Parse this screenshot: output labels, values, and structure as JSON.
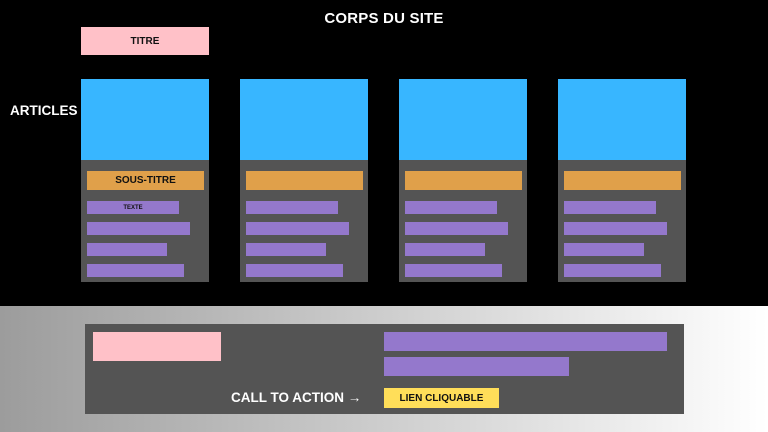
{
  "header": {
    "title": "CORPS DU SITE",
    "titre_box": "TITRE"
  },
  "articles": {
    "label": "ARTICLES →",
    "cards": [
      {
        "subtitle": "SOUS-TITRE",
        "text": "TEXTE"
      },
      {
        "subtitle": "",
        "text": ""
      },
      {
        "subtitle": "",
        "text": ""
      },
      {
        "subtitle": "",
        "text": ""
      }
    ]
  },
  "cta": {
    "label": "CALL TO ACTION →",
    "link": "LIEN CLIQUABLE"
  },
  "colors": {
    "background": "#000000",
    "image_block": "#38b6ff",
    "card_body": "#545454",
    "subtitle_bar": "#e0a04a",
    "text_bar": "#9478cc",
    "title_box": "#ffc1c8",
    "link_button": "#ffde59"
  }
}
